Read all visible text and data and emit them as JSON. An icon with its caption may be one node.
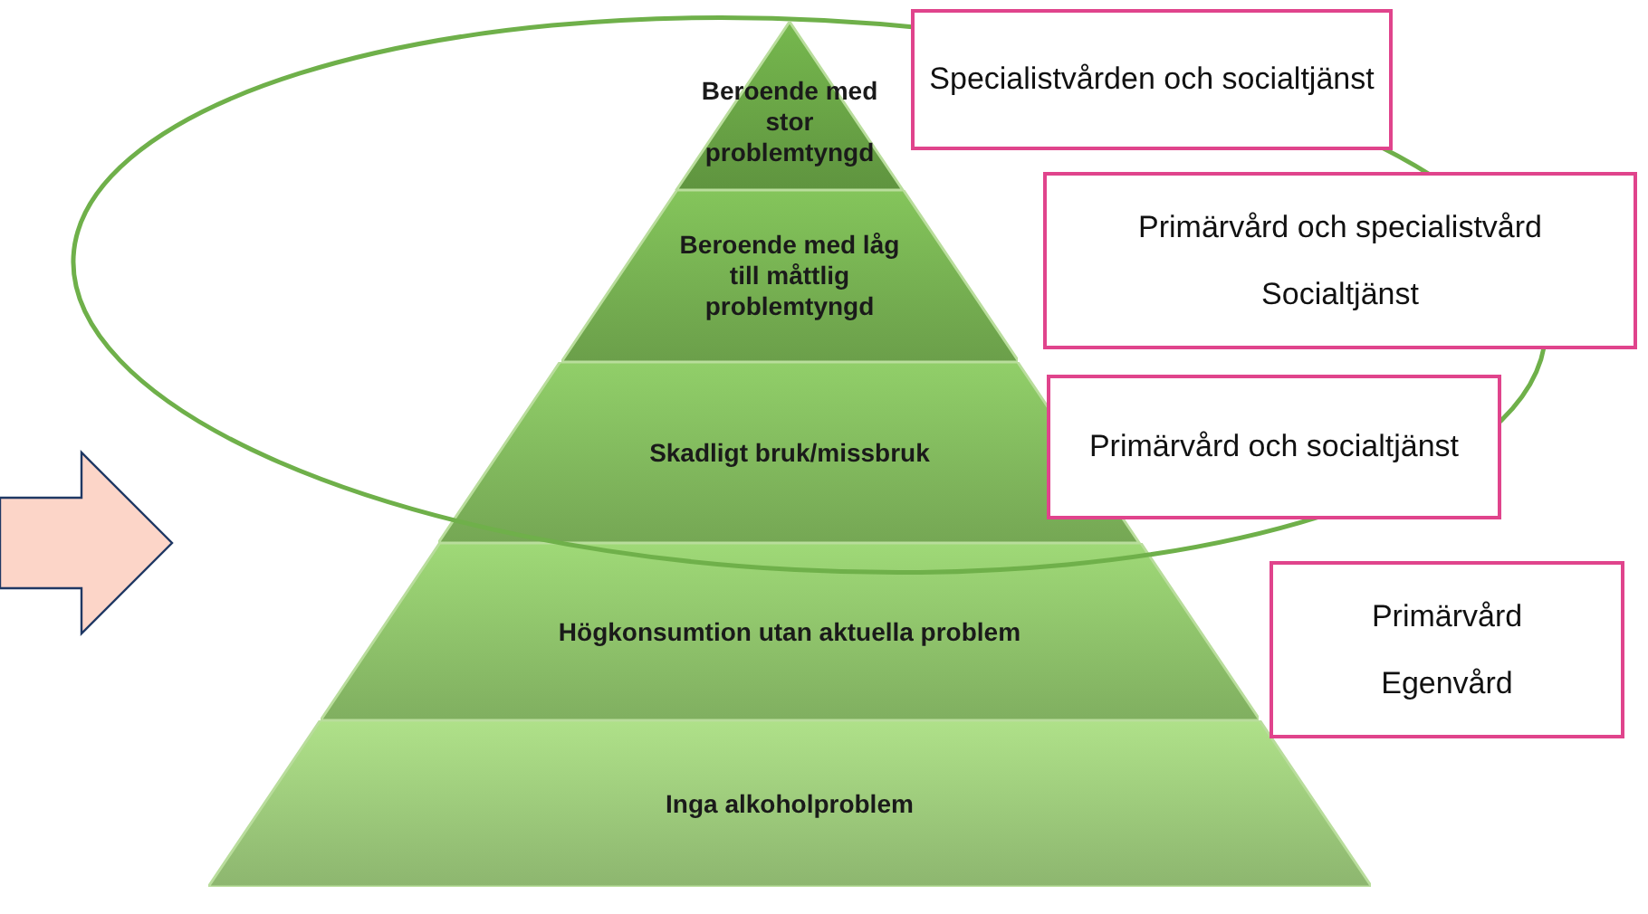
{
  "diagram": {
    "nodes": [
      {
        "text": [
          "Beroende med stor problemtyngd"
        ]
      },
      {
        "text": [
          "Beroende med låg till måttlig problemtyngd"
        ]
      },
      {
        "text": [
          "Skadligt bruk/missbruk"
        ]
      },
      {
        "text": [
          "Högkonsumtion utan aktuella problem"
        ]
      },
      {
        "text": [
          "Inga alkoholproblem"
        ]
      },
      {
        "text": [
          "Specialistvården och socialtjänst"
        ]
      },
      {
        "text": [
          "Primärvård och specialistvård",
          "Socialtjänst"
        ]
      },
      {
        "text": [
          "Primärvård och socialtjänst"
        ]
      },
      {
        "text": [
          "Primärvård",
          "Egenvård"
        ]
      }
    ]
  }
}
